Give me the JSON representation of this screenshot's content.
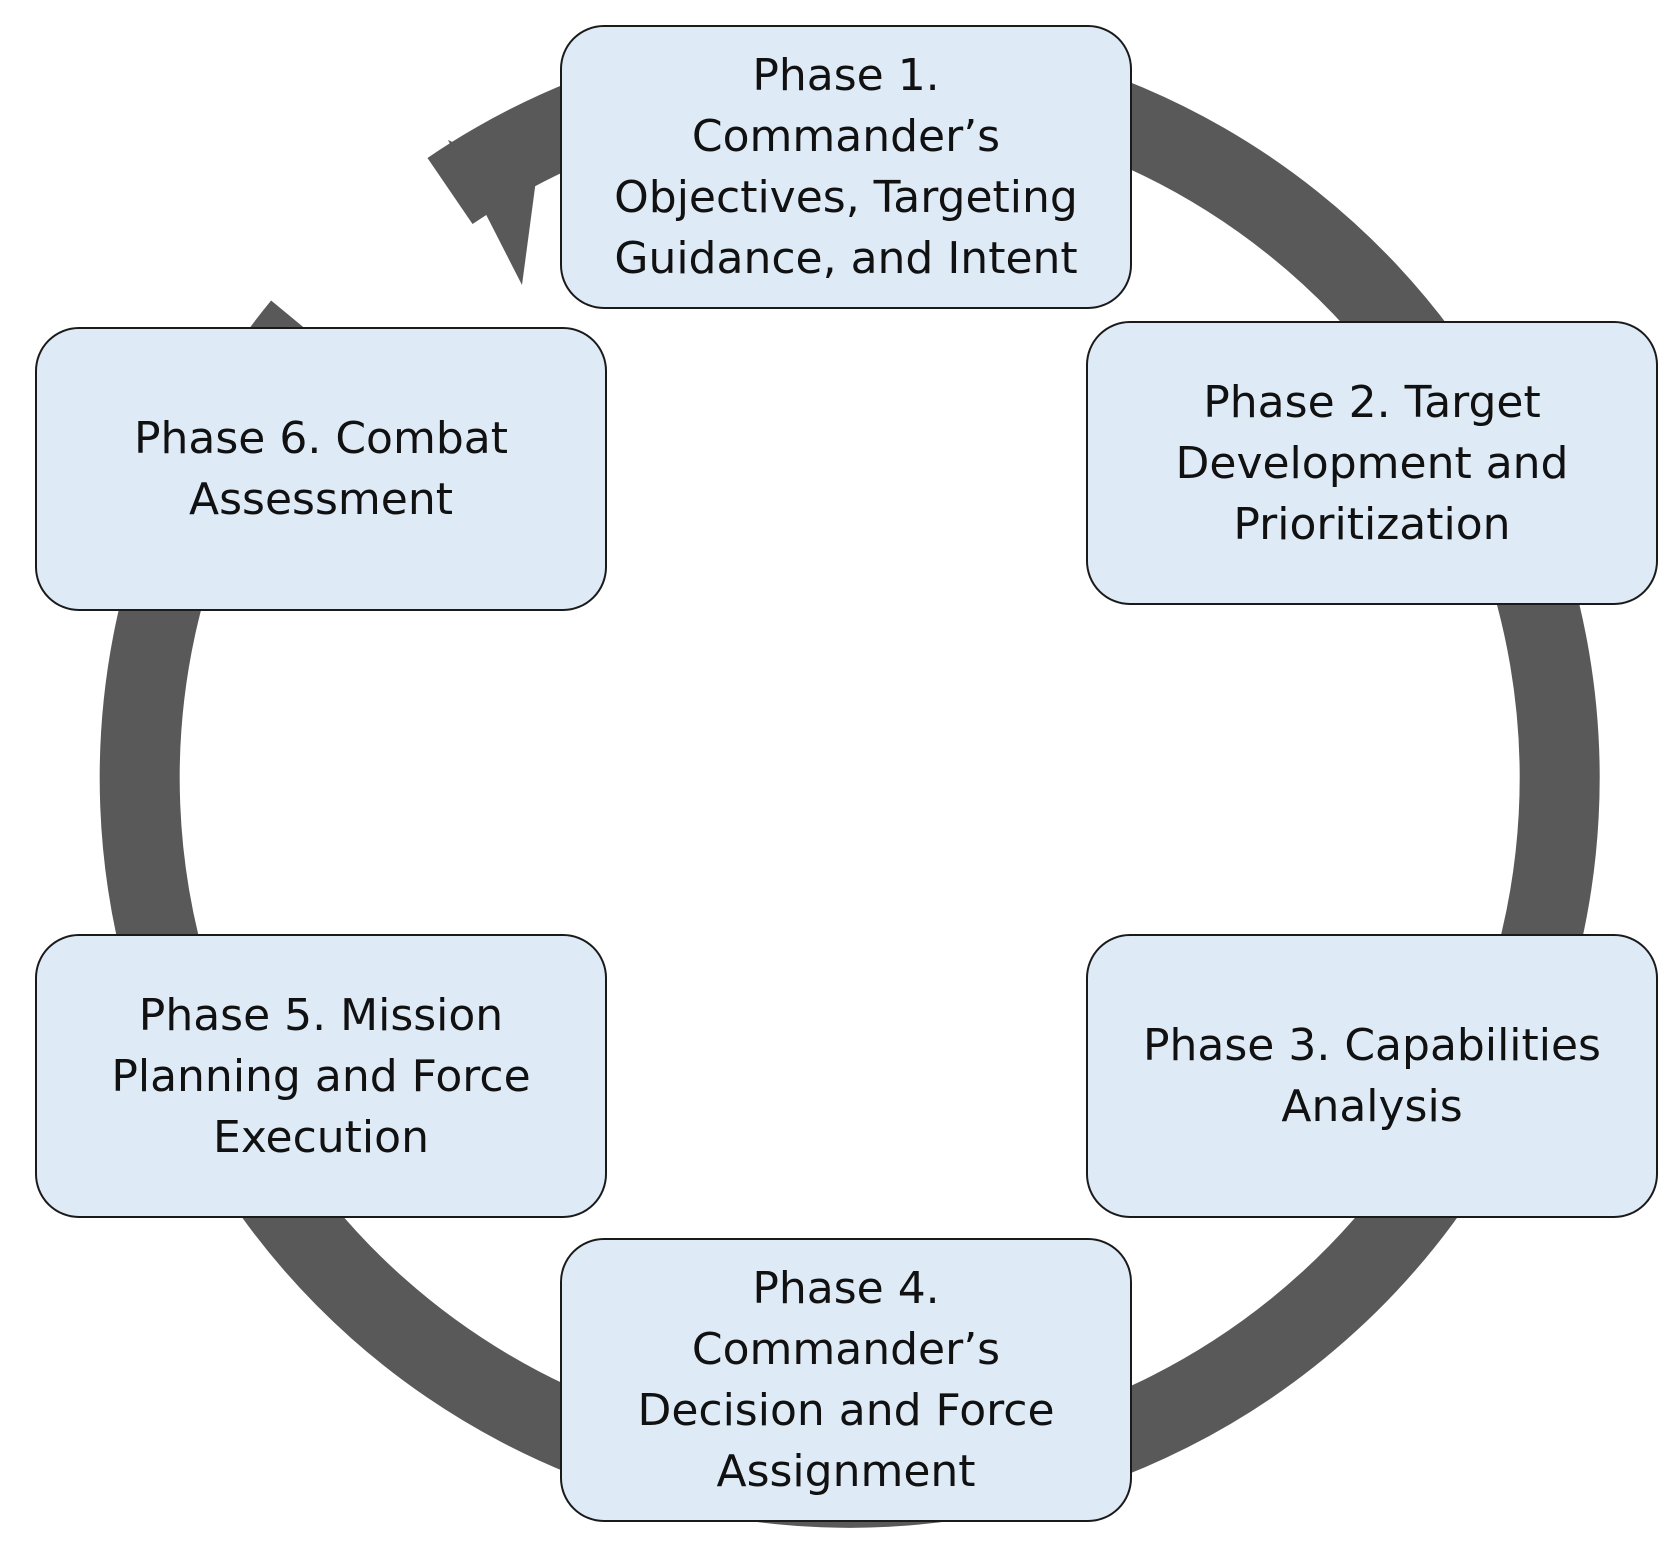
{
  "colors": {
    "ring": "#595959",
    "box_fill": "#deebf7",
    "box_border": "#1a1a1a",
    "text": "#111111"
  },
  "phases": [
    {
      "id": 1,
      "lines": [
        "Phase 1.",
        "Commander’s",
        "Objectives, Targeting",
        "Guidance, and Intent"
      ]
    },
    {
      "id": 2,
      "lines": [
        "Phase 2. Target",
        "Development and",
        "Prioritization"
      ]
    },
    {
      "id": 3,
      "lines": [
        "Phase 3. Capabilities",
        "Analysis"
      ]
    },
    {
      "id": 4,
      "lines": [
        "Phase 4.",
        "Commander’s",
        "Decision and Force",
        "Assignment"
      ]
    },
    {
      "id": 5,
      "lines": [
        "Phase 5. Mission",
        "Planning and Force",
        "Execution"
      ]
    },
    {
      "id": 6,
      "lines": [
        "Phase 6. Combat",
        "Assessment"
      ]
    }
  ],
  "flow": {
    "direction": "clockwise",
    "arrowhead": "pointing-into-phase-1"
  }
}
